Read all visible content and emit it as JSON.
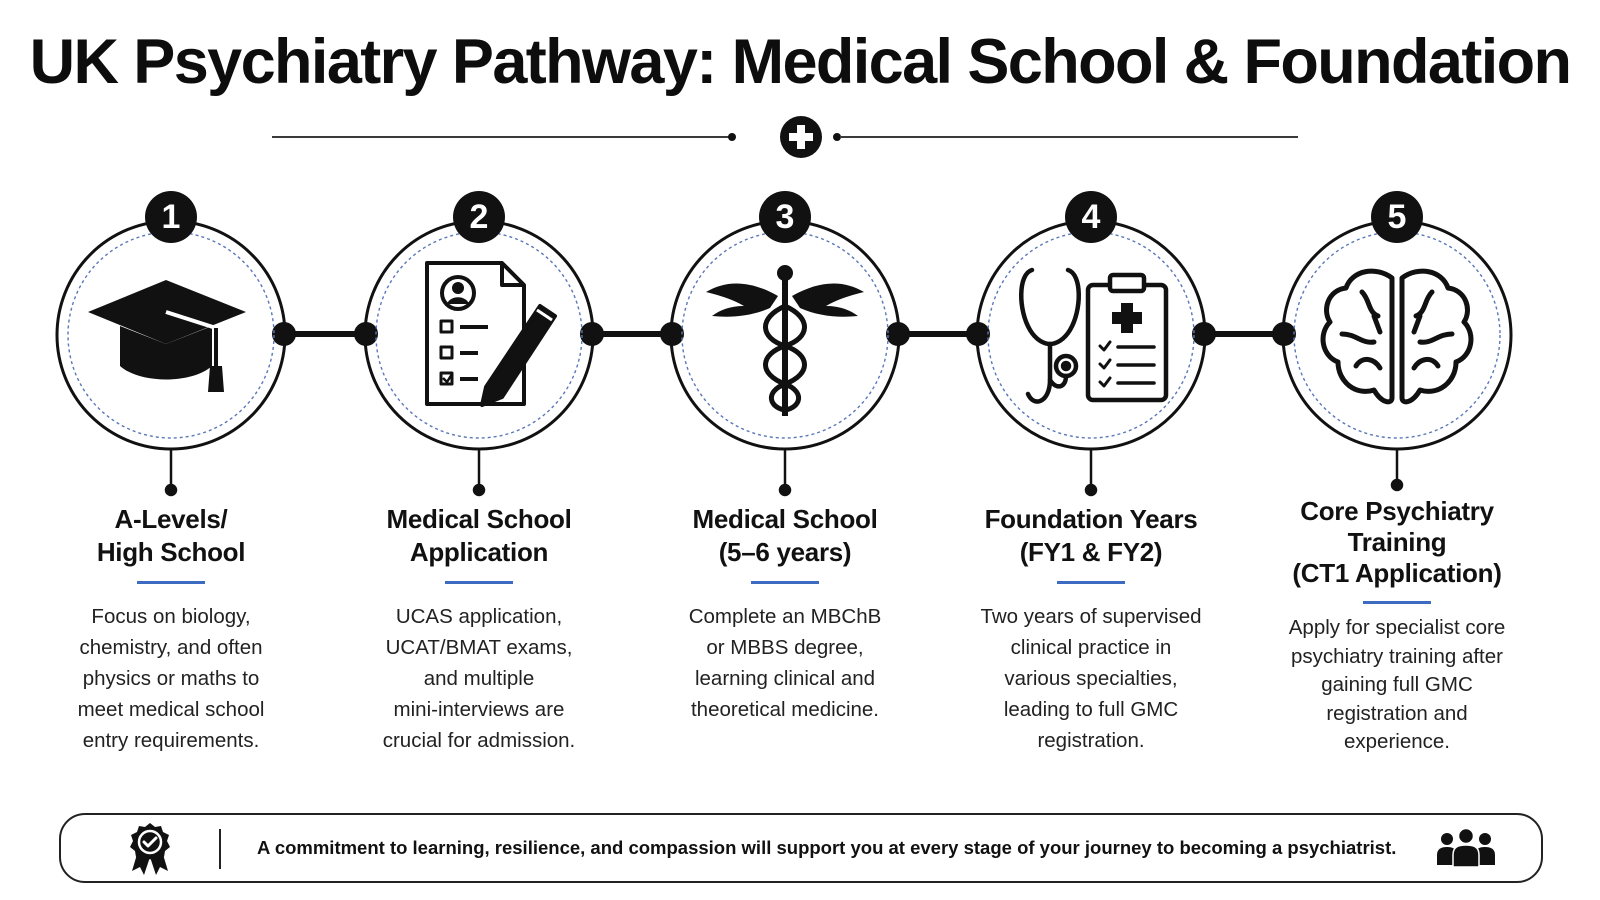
{
  "title": "UK Psychiatry Pathway: Medical School & Foundation",
  "header_icon": "medical-cross-icon",
  "steps": [
    {
      "number": "1",
      "icon": "graduation-cap-icon",
      "title_lines": [
        "A-Levels/",
        "High School"
      ],
      "description_lines": [
        "Focus on biology,",
        "chemistry, and often",
        "physics or maths to",
        "meet medical school",
        "entry requirements."
      ]
    },
    {
      "number": "2",
      "icon": "application-form-icon",
      "title_lines": [
        "Medical School",
        "Application"
      ],
      "description_lines": [
        "UCAS application,",
        "UCAT/BMAT exams,",
        "and multiple",
        "mini-interviews are",
        "crucial for admission."
      ]
    },
    {
      "number": "3",
      "icon": "caduceus-icon",
      "title_lines": [
        "Medical School",
        "(5–6 years)"
      ],
      "description_lines": [
        "Complete an MBChB",
        "or MBBS degree,",
        "learning clinical and",
        "theoretical medicine."
      ]
    },
    {
      "number": "4",
      "icon": "stethoscope-clipboard-icon",
      "title_lines": [
        "Foundation Years",
        "(FY1 & FY2)"
      ],
      "description_lines": [
        "Two years of supervised",
        "clinical practice in",
        "various specialties,",
        "leading to full GMC",
        "registration."
      ]
    },
    {
      "number": "5",
      "icon": "brain-icon",
      "title_lines": [
        "Core Psychiatry",
        "Training",
        "(CT1 Application)"
      ],
      "description_lines": [
        "Apply for specialist core",
        "psychiatry training after",
        "gaining full GMC",
        "registration and",
        "experience."
      ]
    }
  ],
  "footer": {
    "text": "A commitment to learning, resilience, and compassion will support you at every stage of your journey to becoming a psychiatrist.",
    "left_icon": "award-badge-icon",
    "right_icon": "people-group-icon"
  },
  "colors": {
    "ink": "#111111",
    "accent_rule": "#3e6bc2",
    "dashed_ring": "#5a78b8"
  }
}
